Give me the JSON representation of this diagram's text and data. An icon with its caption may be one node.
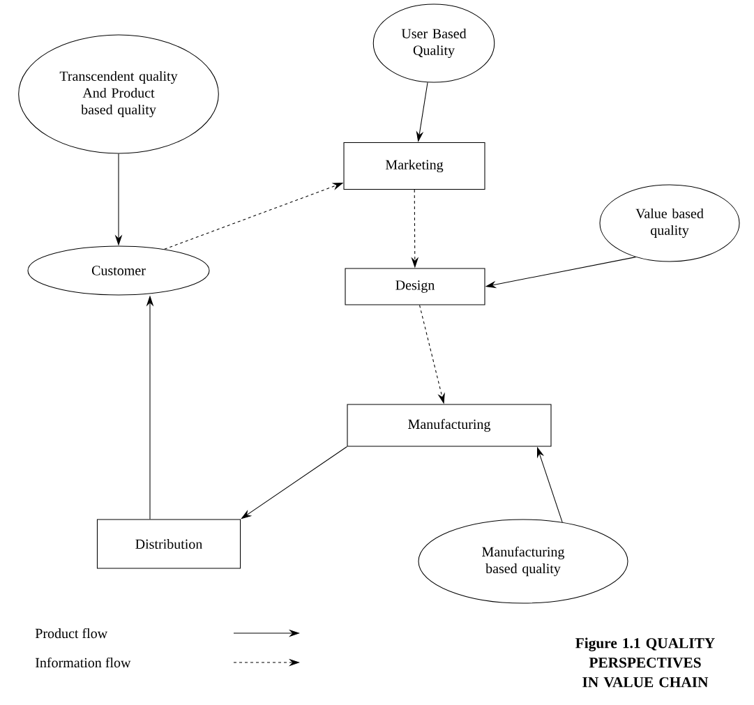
{
  "diagram": {
    "caption": "Figure 1.1 QUALITY PERSPECTIVES IN VALUE CHAIN",
    "nodes": [
      {
        "text": [
          "Transcendent quality And Product based quality"
        ]
      },
      {
        "text": [
          "User Based Quality"
        ]
      },
      {
        "text": [
          "Marketing"
        ]
      },
      {
        "text": [
          "Customer"
        ]
      },
      {
        "text": [
          "Value based quality"
        ]
      },
      {
        "text": [
          "Design"
        ]
      },
      {
        "text": [
          "Manufacturing"
        ]
      },
      {
        "text": [
          "Distribution"
        ]
      },
      {
        "text": [
          "Manufacturing based quality"
        ]
      }
    ],
    "edges": [
      {
        "from": 0,
        "to": 3,
        "arrow": "to"
      },
      {
        "from": 1,
        "to": 2,
        "arrow": "to"
      },
      {
        "from": 3,
        "to": 2,
        "arrow": "to",
        "style": "dashed"
      },
      {
        "from": 2,
        "to": 5,
        "arrow": "to",
        "style": "dashed"
      },
      {
        "from": 4,
        "to": 5,
        "arrow": "to"
      },
      {
        "from": 5,
        "to": 6,
        "arrow": "to",
        "style": "dashed"
      },
      {
        "from": 6,
        "to": 7,
        "arrow": "to"
      },
      {
        "from": 7,
        "to": 3,
        "arrow": "to"
      },
      {
        "from": 8,
        "to": 6,
        "arrow": "to"
      }
    ],
    "legend": [
      {
        "text": "Product flow"
      },
      {
        "text": "Information flow"
      }
    ]
  }
}
